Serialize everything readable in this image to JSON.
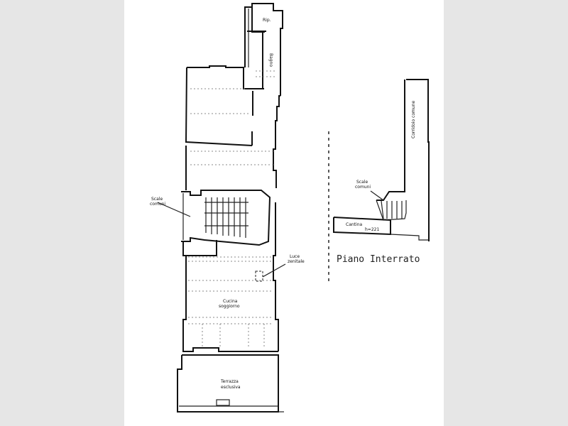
{
  "drawing": {
    "type": "floor-plan",
    "ground_floor": {
      "rooms": [
        {
          "id": "rip",
          "label": "Rip."
        },
        {
          "id": "bagno",
          "label": "Bagno"
        },
        {
          "id": "scale",
          "label_line1": "Scale",
          "label_line2": "comuni"
        },
        {
          "id": "luce",
          "label_line1": "Luce",
          "label_line2": "zenitale"
        },
        {
          "id": "cucina",
          "label_line1": "Cucina",
          "label_line2": "soggiorno"
        },
        {
          "id": "terrazza",
          "label_line1": "Terrazza",
          "label_line2": "esclusiva"
        }
      ]
    },
    "basement": {
      "title": "Piano Interrato",
      "rooms": [
        {
          "id": "scale_b",
          "label_line1": "Scale",
          "label_line2": "comuni"
        },
        {
          "id": "corridoio",
          "label": "Corridoio comune"
        },
        {
          "id": "cantina",
          "label": "Cantina",
          "height_note": "h=221"
        }
      ]
    },
    "colors": {
      "background": "#e6e6e6",
      "paper": "#ffffff",
      "ink": "#111111"
    }
  }
}
